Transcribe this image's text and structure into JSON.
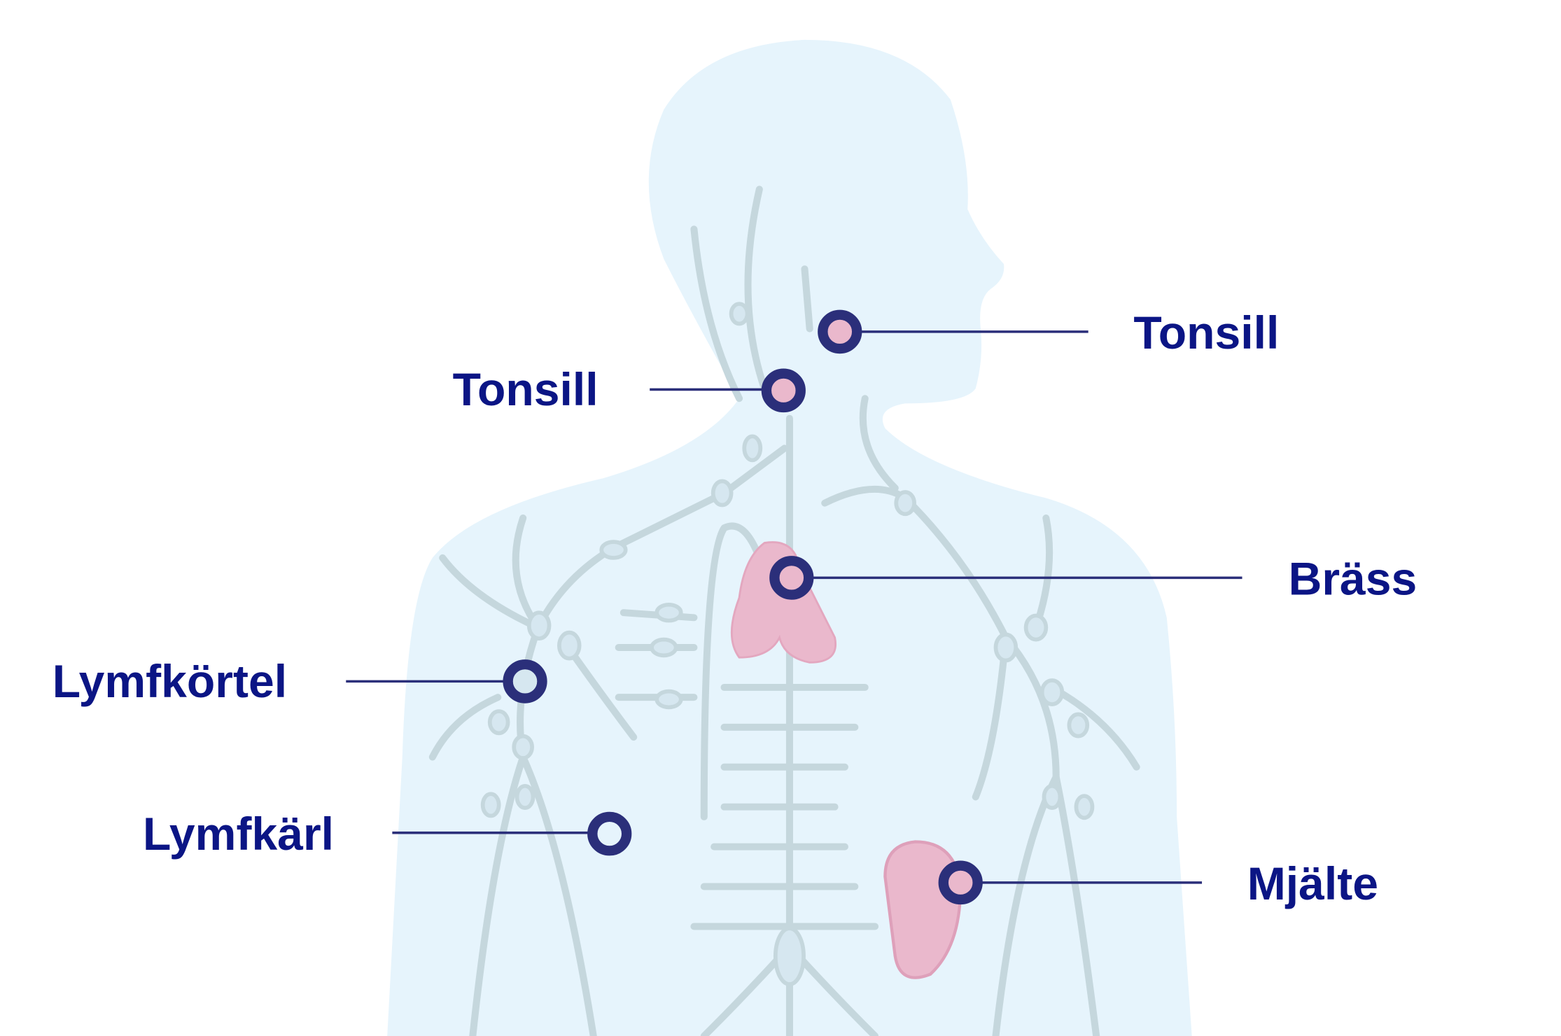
{
  "labels": {
    "tonsill_right": "Tonsill",
    "tonsill_left": "Tonsill",
    "brass": "Bräss",
    "lymfkortel": "Lymfkörtel",
    "lymfkarl": "Lymfkärl",
    "mjalte": "Mjälte"
  },
  "colors": {
    "label_text": "#0b1585",
    "marker_ring": "#2b2f7a",
    "body": "#e6f4fc",
    "vessels": "#c5d7dd",
    "organs": "#e8b6ca"
  }
}
